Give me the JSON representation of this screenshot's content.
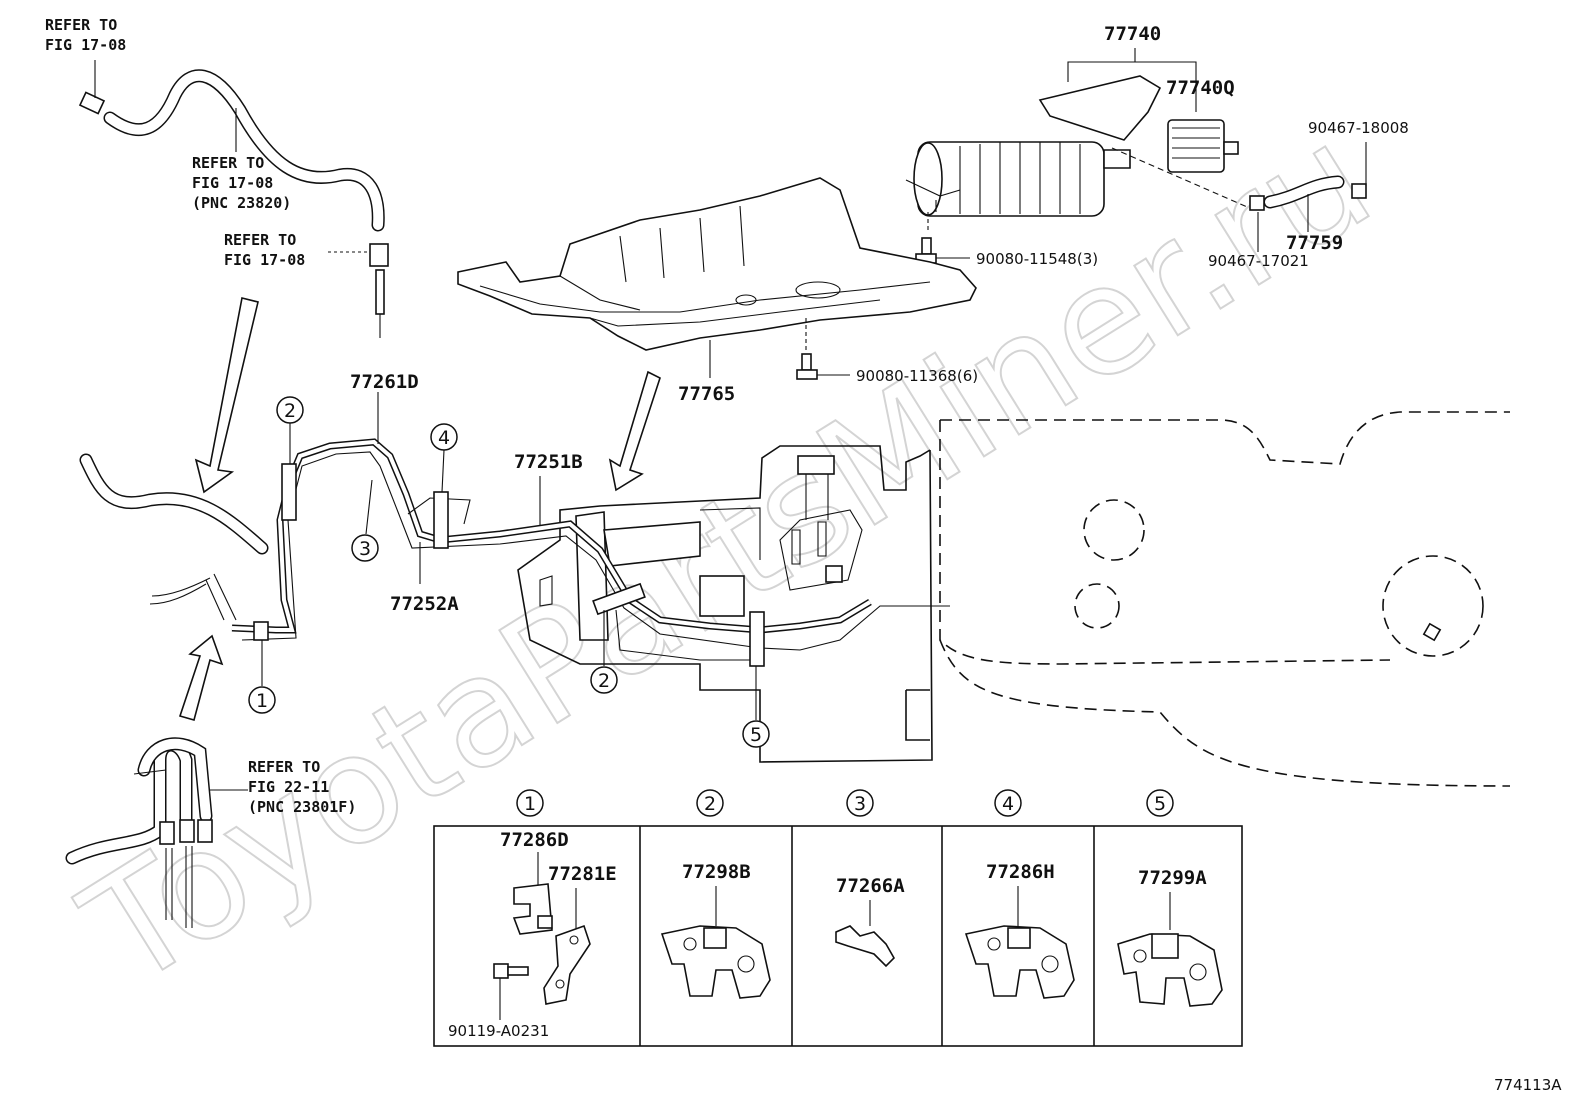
{
  "watermark": "ToyotaPartsMiner.ru",
  "figure_code": "774113A",
  "part_labels": {
    "p77740": "77740",
    "p77740q": "77740Q",
    "p90467_18008": "90467-18008",
    "p90080_11548": "90080-11548(3)",
    "p77759": "77759",
    "p90467_17021": "90467-17021",
    "p77765": "77765",
    "p90080_11368": "90080-11368(6)",
    "p77261d": "77261D",
    "p77251b": "77251B",
    "p77252a": "77252A"
  },
  "references": {
    "ref1": [
      "REFER TO",
      "FIG 17-08"
    ],
    "ref2": [
      "REFER TO",
      "FIG 17-08",
      "(PNC 23820)"
    ],
    "ref3": [
      "REFER TO",
      "FIG 17-08"
    ],
    "ref4": [
      "REFER TO",
      "FIG 22-11",
      "(PNC 23801F)"
    ]
  },
  "callouts": {
    "c1": "1",
    "c2a": "2",
    "c2b": "2",
    "c3": "3",
    "c4": "4",
    "c5": "5"
  },
  "detail_table": [
    {
      "num": "1",
      "parts": [
        "77286D",
        "77281E",
        "90119-A0231"
      ]
    },
    {
      "num": "2",
      "parts": [
        "77298B"
      ]
    },
    {
      "num": "3",
      "parts": [
        "77266A"
      ]
    },
    {
      "num": "4",
      "parts": [
        "77286H"
      ]
    },
    {
      "num": "5",
      "parts": [
        "77299A"
      ]
    }
  ]
}
